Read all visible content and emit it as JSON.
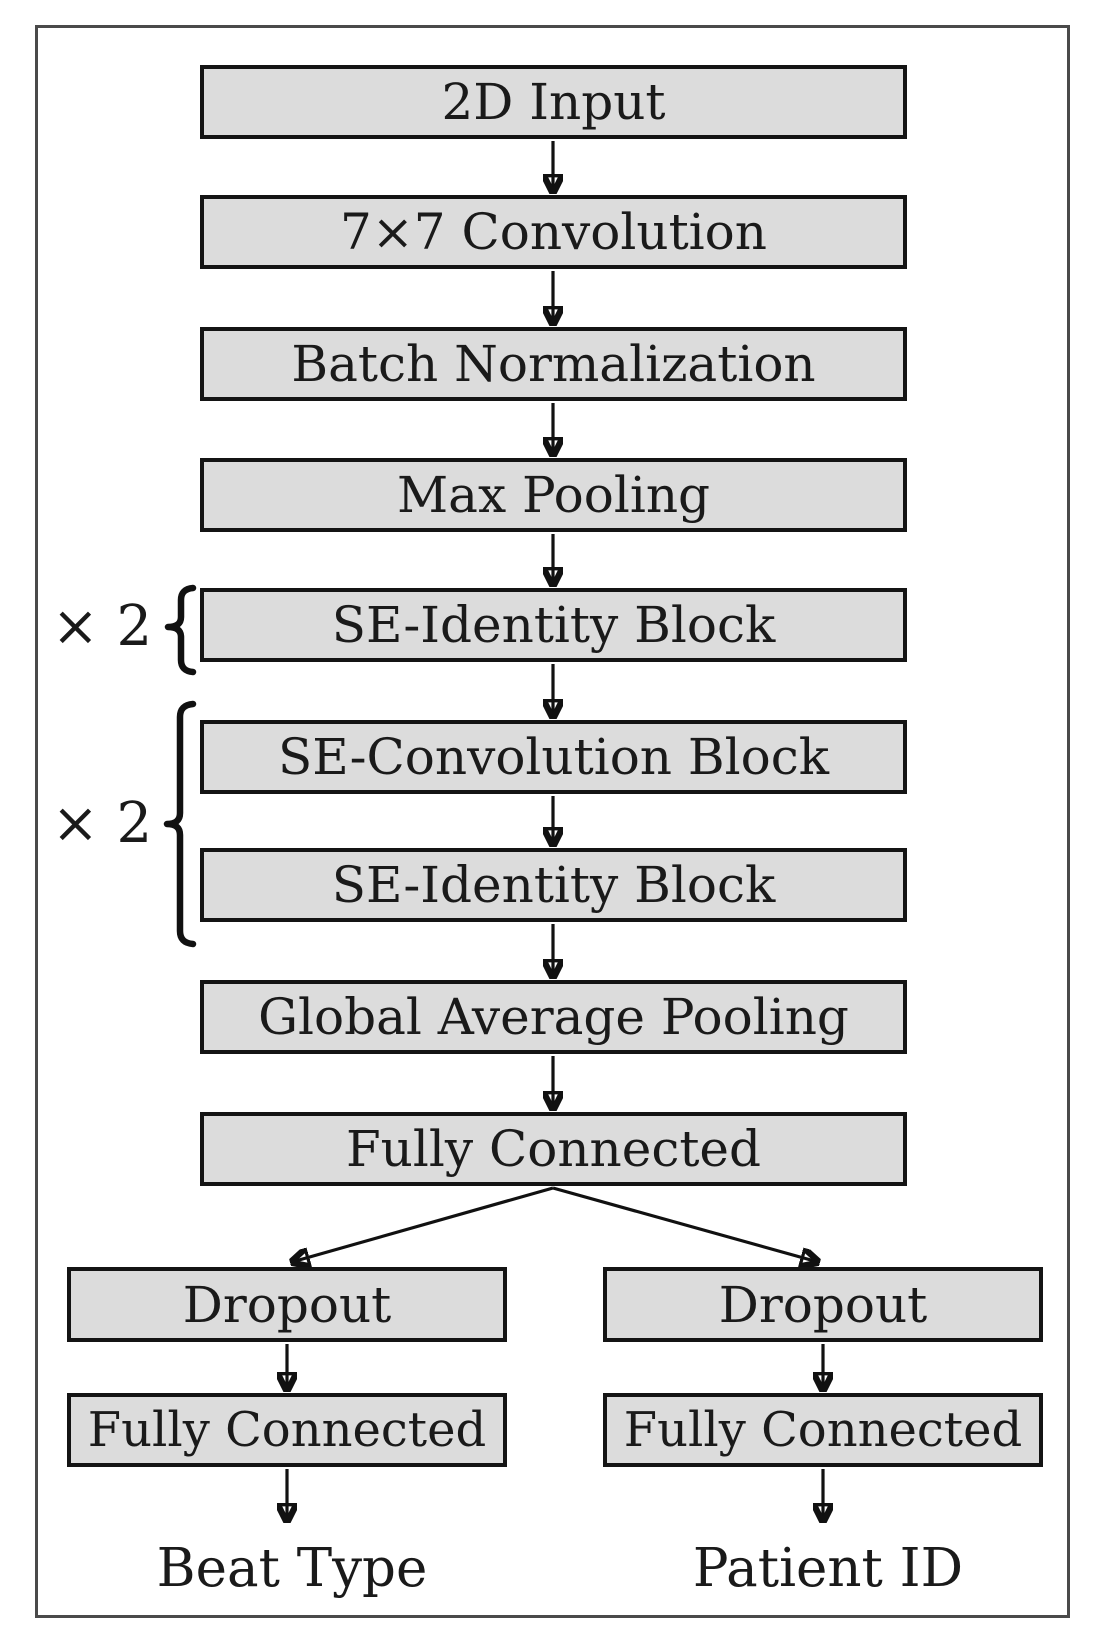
{
  "figure": {
    "type": "flowchart",
    "description_colors": {
      "node_fill": "#dcdcdc",
      "node_border": "#141414",
      "frame_border": "#4a4a4a",
      "arrow": "#111111",
      "text": "#1a1a1a",
      "background": "#ffffff"
    }
  },
  "nodes": {
    "input_2d": {
      "label": "2D Input"
    },
    "conv_7x7": {
      "label": "7×7 Convolution"
    },
    "batch_norm": {
      "label": "Batch Normalization"
    },
    "max_pooling": {
      "label": "Max Pooling"
    },
    "se_identity_block_1": {
      "label": "SE-Identity Block"
    },
    "se_convolution_block": {
      "label": "SE-Convolution Block"
    },
    "se_identity_block_2": {
      "label": "SE-Identity Block"
    },
    "global_average_pooling": {
      "label": "Global Average Pooling"
    },
    "fully_connected_shared": {
      "label": "Fully Connected"
    },
    "dropout_beat": {
      "label": "Dropout"
    },
    "dropout_patient": {
      "label": "Dropout"
    },
    "fully_connected_beat": {
      "label": "Fully Connected"
    },
    "fully_connected_patient": {
      "label": "Fully Connected"
    }
  },
  "outputs": {
    "beat_type": {
      "label": "Beat Type"
    },
    "patient_id": {
      "label": "Patient ID"
    }
  },
  "multipliers": {
    "se_identity_group": {
      "label": "× 2"
    },
    "se_conv_identity_group": {
      "label": "× 2"
    }
  }
}
